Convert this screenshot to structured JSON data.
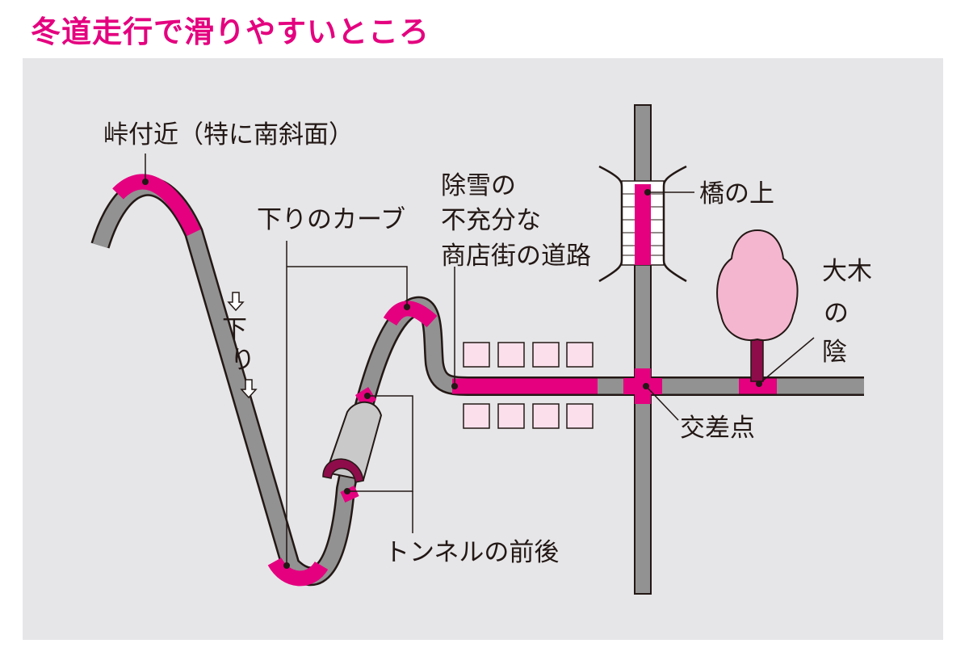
{
  "title": "冬道走行で滑りやすいところ",
  "labels": {
    "pass": "峠付近（特に南斜面）",
    "downhill_curve": "下りのカーブ",
    "downhill_1": "下",
    "downhill_2": "り",
    "snow_1": "除雪の",
    "snow_2": "不充分な",
    "snow_3": "商店街の道路",
    "bridge": "橋の上",
    "tree_1": "大木",
    "tree_2": "の",
    "tree_3": "陰",
    "intersection": "交差点",
    "tunnel": "トンネルの前後"
  },
  "colors": {
    "background_panel": "#e6e6e8",
    "road": "#929292",
    "road_outline": "#231815",
    "hazard": "#e4007f",
    "title": "#e4007f",
    "building": "#fbe0ec",
    "tree_crown": "#f4b6cf",
    "tree_trunk": "#8e0c4a",
    "tunnel": "#c9c9c9",
    "tunnel_arch": "#8e0c4a"
  }
}
